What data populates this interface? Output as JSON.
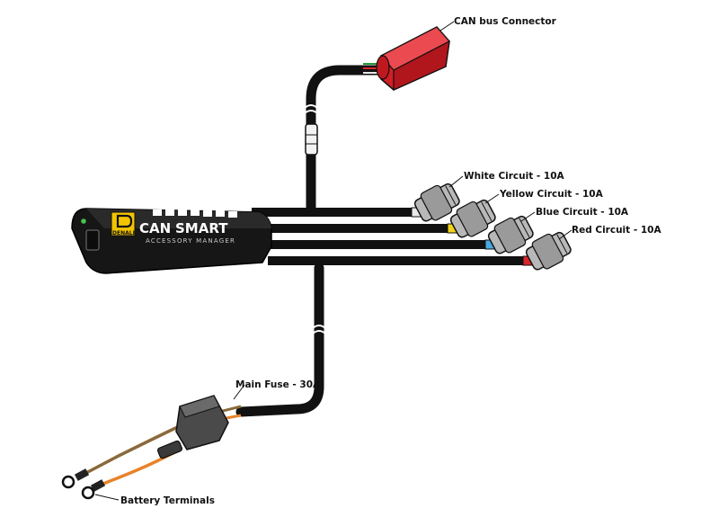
{
  "labels": {
    "can_bus": "CAN bus Connector",
    "white": "White Circuit - 10A",
    "yellow": "Yellow Circuit - 10A",
    "blue": "Blue Circuit - 10A",
    "red": "Red Circuit - 10A",
    "fuse": "Main Fuse - 30A",
    "battery": "Battery Terminals"
  },
  "module": {
    "brand_can": "CAN",
    "brand_smart": "SMART",
    "subtitle": "ACCESSORY MANAGER",
    "logo": "DENALI"
  },
  "colors": {
    "white_wire": "#e8e8e8",
    "yellow_wire": "#f2d21b",
    "blue_wire": "#4aa8e0",
    "red_wire": "#d9262c",
    "can_connector": "#d21f26",
    "brand_accent": "#f2c400",
    "fuse_body": "#4a4a4a",
    "orange_wire": "#e8822a",
    "brown_wire": "#8a6a3a"
  }
}
